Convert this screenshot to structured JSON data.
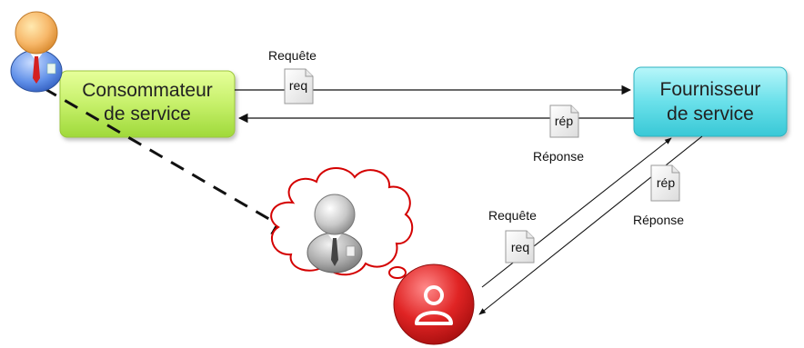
{
  "nodes": {
    "consumer": {
      "line1": "Consommateur",
      "line2": "de service",
      "color": "#c6f06a"
    },
    "provider": {
      "line1": "Fournisseur",
      "line2": "de service",
      "color": "#5fdce6"
    }
  },
  "messages": {
    "top_request": {
      "label": "Requête",
      "doc": "req"
    },
    "top_response": {
      "label": "Réponse",
      "doc": "rép"
    },
    "bottom_request": {
      "label": "Requête",
      "doc": "req"
    },
    "bottom_response": {
      "label": "Réponse",
      "doc": "rép"
    }
  },
  "colors": {
    "thought_cloud": "#d40000",
    "red_circle": "#d91f1f",
    "arrow": "#111111"
  },
  "icons": {
    "user_top_left": "user-icon",
    "user_in_cloud": "user-icon-grey",
    "red_user": "user-circle-icon"
  }
}
